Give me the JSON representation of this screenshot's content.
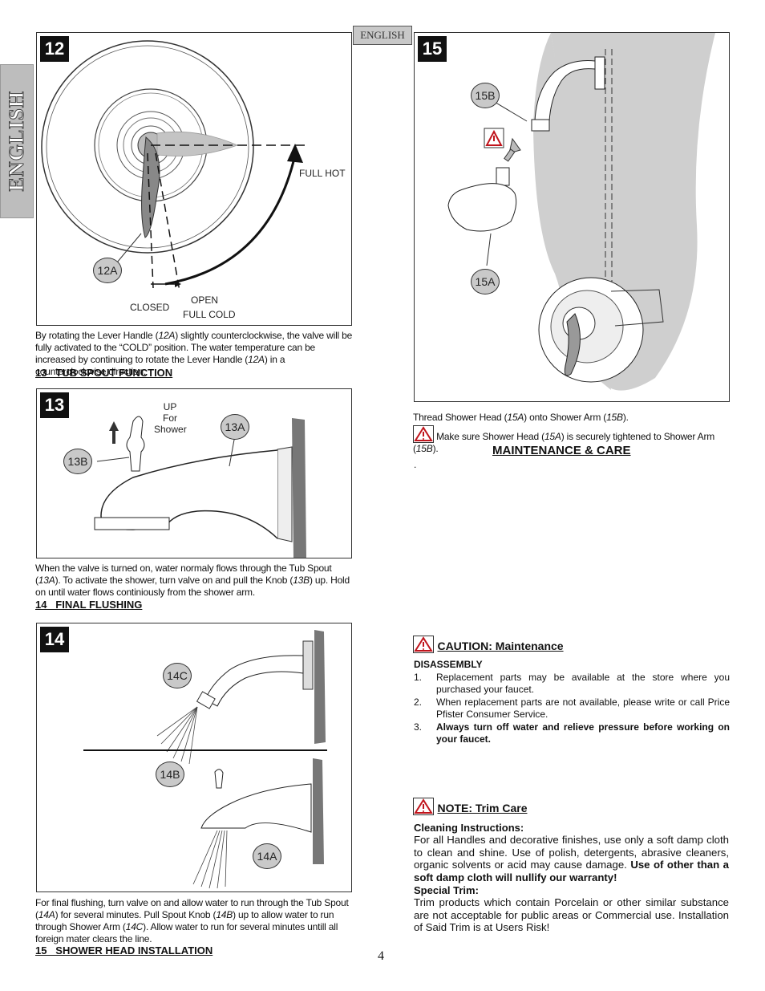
{
  "side_tab": "ENGLISH",
  "lang_box": "ENGLISH",
  "page_number": "4",
  "step12": {
    "number": "12",
    "labels": {
      "full_hot": "FULL HOT",
      "closed": "CLOSED",
      "open": "OPEN",
      "full_cold": "FULL COLD",
      "callout": "12A"
    },
    "text_parts": [
      "By rotating the Lever Handle (",
      "12A",
      ") slightly counterclockwise, the valve will be fully activated to the “COLD” position. The water temperature can be increased by continuing to rotate the Lever Handle (",
      "12A",
      ") in a counterclockwise direction."
    ]
  },
  "heading13": "13   TUB SPOUT FUNCTION",
  "step13": {
    "number": "13",
    "labels": {
      "up": "UP",
      "for": "For",
      "shower": "Shower",
      "callout_a": "13A",
      "callout_b": "13B"
    },
    "text_parts": [
      "When the valve is turned on, water normaly flows through the Tub Spout (",
      "13A",
      "). To activate the shower, turn valve on and pull the Knob (",
      "13B",
      ") up.  Hold on until water flows continiously from the shower arm."
    ]
  },
  "heading14": "14   FINAL FLUSHING",
  "step14": {
    "number": "14",
    "labels": {
      "callout_c": "14C",
      "callout_b": "14B",
      "callout_a": "14A"
    },
    "text_parts": [
      "For final flushing, turn valve on and allow water to run through the Tub Spout (",
      "14A",
      ") for several minutes.  Pull Spout Knob (",
      "14B",
      ") up to allow water to run through Shower Arm (",
      "14C",
      "). Allow water to run for several minutes untill all foreign mater clears the line."
    ]
  },
  "heading15": "15   SHOWER HEAD INSTALLATION",
  "step15": {
    "number": "15",
    "labels": {
      "callout_b": "15B",
      "callout_a": "15A"
    },
    "text_parts": [
      "Thread Shower Head (",
      "15A",
      ") onto Shower Arm (",
      "15B",
      ")."
    ],
    "warning_parts": [
      "Make sure Shower Head (",
      "15A",
      ") is securely tightened to Shower Arm (",
      "15B",
      ")."
    ]
  },
  "maintenance_heading": "MAINTENANCE & CARE",
  "stray_dot": ".",
  "caution": {
    "title": "CAUTION:  Maintenance",
    "subhead": "DISASSEMBLY",
    "items": [
      {
        "num": "1.",
        "text": "Replacement parts may be available at the store where you purchased your faucet."
      },
      {
        "num": "2.",
        "text": "When replacement parts are not available, please write or call Price Pfister Consumer Service."
      },
      {
        "num": "3.",
        "text": "Always turn off water and relieve pressure before working on your faucet."
      }
    ]
  },
  "note": {
    "title": "NOTE:  Trim Care",
    "cleaning_head": "Cleaning Instructions:",
    "cleaning_text": "For all Handles and decorative finishes, use only a soft damp cloth to clean and shine.  Use of polish, detergents, abrasive cleaners, organic solvents or acid may cause damage.",
    "cleaning_bold": "Use of other than a soft damp cloth will nullify our warranty!",
    "special_head": "Special Trim:",
    "special_text": "Trim products which contain Porcelain or other similar substance are not acceptable for public areas or Commercial use.  Installation of Said Trim is at Users Risk!"
  },
  "colors": {
    "tab_gray": "#bdbdbd",
    "callout_gray": "#c9c9c9",
    "warning_red": "#c0141c",
    "wall_gray": "#cfcfcf"
  }
}
